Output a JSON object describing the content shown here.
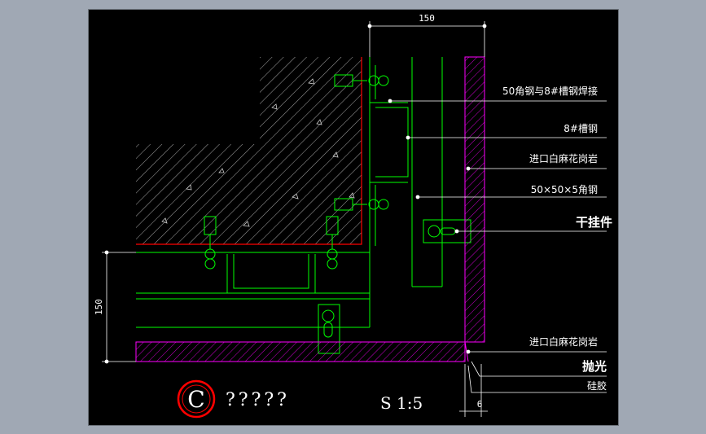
{
  "dimensions": {
    "top": "150",
    "left": "150",
    "bottom": "6"
  },
  "labels": [
    "50角钢与8#槽钢焊接",
    "8#槽钢",
    "进口白麻花岗岩",
    "50×50×5角钢",
    "干挂件",
    "进口白麻花岗岩",
    "抛光",
    "硅胶"
  ],
  "detail": {
    "marker": "C",
    "title": "?????",
    "scale": "S 1:5"
  },
  "colors": {
    "background": "#000000",
    "structure": "#00ff00",
    "concrete_edge": "#ff0000",
    "stone": "#ff00ff",
    "text": "#ffffff",
    "marker": "#ff0000"
  }
}
